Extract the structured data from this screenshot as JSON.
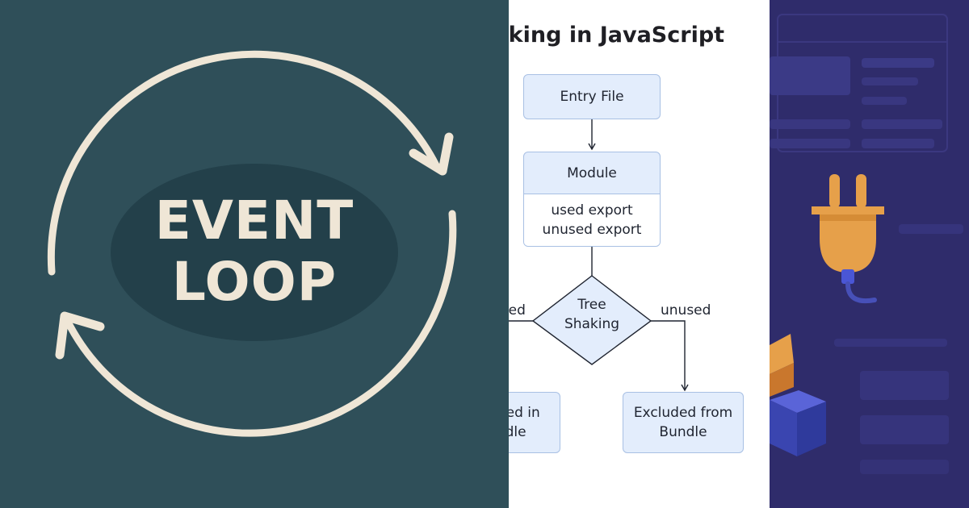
{
  "event_loop_panel": {
    "title_line1": "EVENT",
    "title_line2": "LOOP",
    "colors": {
      "background": "#2f4f59",
      "ellipse": "#23404a",
      "stroke": "#efe6d6"
    }
  },
  "tree_shaking_panel": {
    "title": "Tree Shaking in JavaScript",
    "entry_file": "Entry File",
    "module_title": "Module",
    "used_export": "used export",
    "unused_export": "unused export",
    "decision_line1": "Tree",
    "decision_line2": "Shaking",
    "used_edge": "used",
    "unused_edge": "unused",
    "bundle_line1": "Included in",
    "bundle_line2": "Bundle",
    "excluded_line1": "Excluded from",
    "excluded_line2": "Bundle",
    "colors": {
      "node_fill": "#e3edfc",
      "node_border": "#a8c0e4"
    }
  },
  "plugin_panel": {
    "icons": [
      "plug-icon",
      "cube-icon"
    ],
    "colors": {
      "background": "#2f2c6b",
      "plug": "#e6a04a",
      "cube_blue": "#3f4bb8",
      "cube_orange": "#d8893a"
    }
  }
}
